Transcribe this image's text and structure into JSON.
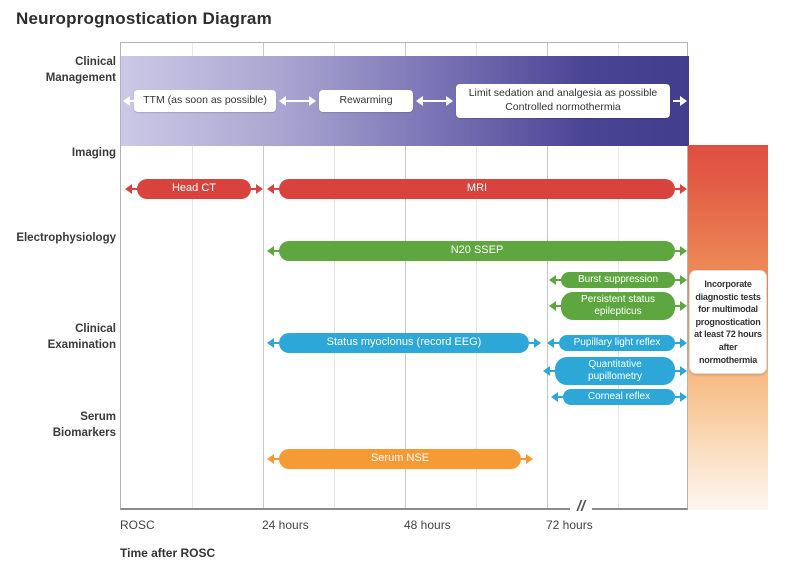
{
  "title": "Neuroprognostication Diagram",
  "rows": [
    {
      "name": "Clinical Management",
      "text": "Clinical\nManagement"
    },
    {
      "name": "Imaging",
      "text": "Imaging"
    },
    {
      "name": "Electrophysiology",
      "text": "Electrophysiology"
    },
    {
      "name": "Clinical Examination",
      "text": "Clinical\nExamination"
    },
    {
      "name": "Serum Biomarkers",
      "text": "Serum\nBiomarkers"
    }
  ],
  "management_band": {
    "row": "Clinical Management",
    "items": [
      {
        "label": "TTM (as soon as possible)"
      },
      {
        "label": "Rewarming"
      },
      {
        "label": "Limit sedation and analgesia as possible\nControlled normothermia"
      }
    ]
  },
  "bars": [
    {
      "label": "Head CT",
      "row": "Imaging",
      "color": "#d9433d",
      "from": "ROSC",
      "to": "24 hours"
    },
    {
      "label": "MRI",
      "row": "Imaging",
      "color": "#d9433d",
      "from": "24 hours",
      "to": "beyond 72 hours"
    },
    {
      "label": "N20 SSEP",
      "row": "Electrophysiology",
      "color": "#5ea740",
      "from": "24 hours",
      "to": "beyond 72 hours"
    },
    {
      "label": "Burst suppression",
      "row": "Electrophysiology",
      "color": "#5ea740",
      "from": "72 hours",
      "to": "beyond 72 hours"
    },
    {
      "label": "Persistent status\nepilepticus",
      "row": "Electrophysiology",
      "color": "#5ea740",
      "from": "72 hours",
      "to": "beyond 72 hours"
    },
    {
      "label": "Status myoclonus (record EEG)",
      "row": "Clinical Examination",
      "color": "#2da7d8",
      "from": "24 hours",
      "to": "72 hours"
    },
    {
      "label": "Pupillary light reflex",
      "row": "Clinical Examination",
      "color": "#2da7d8",
      "from": "72 hours",
      "to": "beyond 72 hours"
    },
    {
      "label": "Quantitative\npupillometry",
      "row": "Clinical Examination",
      "color": "#2da7d8",
      "from": "72 hours",
      "to": "beyond 72 hours"
    },
    {
      "label": "Corneal reflex",
      "row": "Clinical Examination",
      "color": "#2da7d8",
      "from": "72 hours",
      "to": "beyond 72 hours"
    },
    {
      "label": "Serum NSE",
      "row": "Serum Biomarkers",
      "color": "#f59b35",
      "from": "24 hours",
      "to": "72 hours"
    }
  ],
  "note": {
    "text": "Incorporate diagnostic tests for multimodal prognostication at least 72 hours after normothermia"
  },
  "axis": {
    "title": "Time after ROSC",
    "ticks": [
      "ROSC",
      "24 hours",
      "48 hours",
      "72 hours"
    ],
    "break_symbol": "//"
  },
  "colors": {
    "management_gradient_start": "#cbc9e6",
    "management_gradient_end": "#433d8d",
    "imaging_bar": "#d9433d",
    "electrophysiology_bar": "#5ea740",
    "clinical_examination_bar": "#2da7d8",
    "serum_biomarker_bar": "#f59b35",
    "side_band_gradient_top": "#df4f3f",
    "side_band_gradient_bottom": "#fef6ee"
  }
}
